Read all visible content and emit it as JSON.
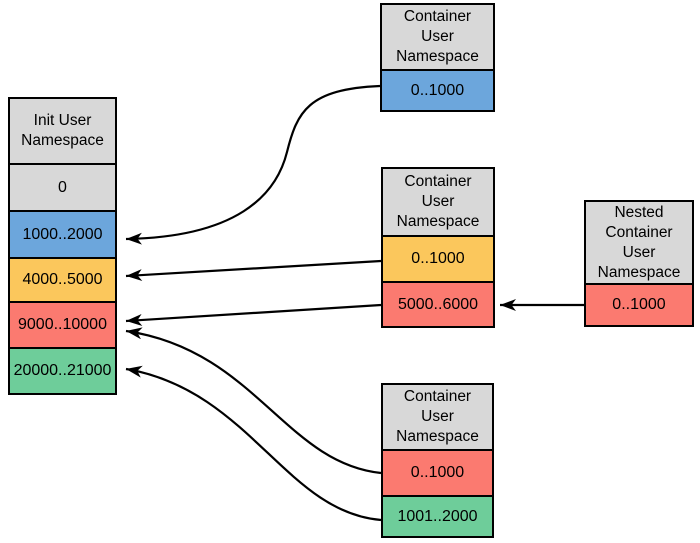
{
  "colors": {
    "gray": "#D8D8D8",
    "blue": "#6CA6DC",
    "orange": "#FBC75C",
    "red": "#FB7A70",
    "green": "#6ECD9A",
    "line": "#000000"
  },
  "boxes": {
    "init": {
      "title": "Init User Namespace",
      "rows": [
        {
          "label": "0",
          "color": "gray"
        },
        {
          "label": "1000..2000",
          "color": "blue"
        },
        {
          "label": "4000..5000",
          "color": "orange"
        },
        {
          "label": "9000..10000",
          "color": "red"
        },
        {
          "label": "20000..21000",
          "color": "green"
        }
      ]
    },
    "container_top": {
      "title": "Container User Namespace",
      "rows": [
        {
          "label": "0..1000",
          "color": "blue"
        }
      ]
    },
    "container_middle": {
      "title": "Container User Namespace",
      "rows": [
        {
          "label": "0..1000",
          "color": "orange"
        },
        {
          "label": "5000..6000",
          "color": "red"
        }
      ]
    },
    "nested": {
      "title": "Nested Container User Namespace",
      "rows": [
        {
          "label": "0..1000",
          "color": "red"
        }
      ]
    },
    "container_bottom": {
      "title": "Container User Namespace",
      "rows": [
        {
          "label": "0..1000",
          "color": "red"
        },
        {
          "label": "1001..2000",
          "color": "green"
        }
      ]
    }
  }
}
